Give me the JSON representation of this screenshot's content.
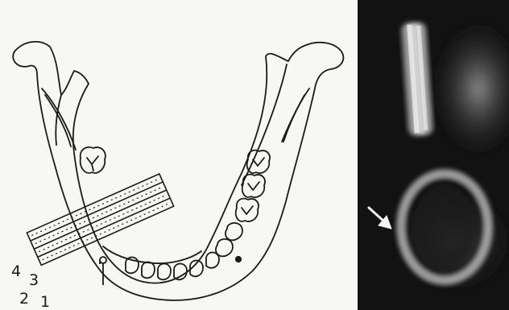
{
  "figure": {
    "left_panel": {
      "description_kind": "line-drawing",
      "film_layer_labels": [
        "4",
        "3",
        "2",
        "1"
      ]
    },
    "right_panel": {
      "description_kind": "radiograph",
      "arrow_icon": "arrow-icon"
    }
  },
  "colors": {
    "drawing_background": "#f7f7f5",
    "line_color": "#1a1a1a",
    "xray_background": "#121212",
    "xray_bright": "#d8d8d8"
  }
}
